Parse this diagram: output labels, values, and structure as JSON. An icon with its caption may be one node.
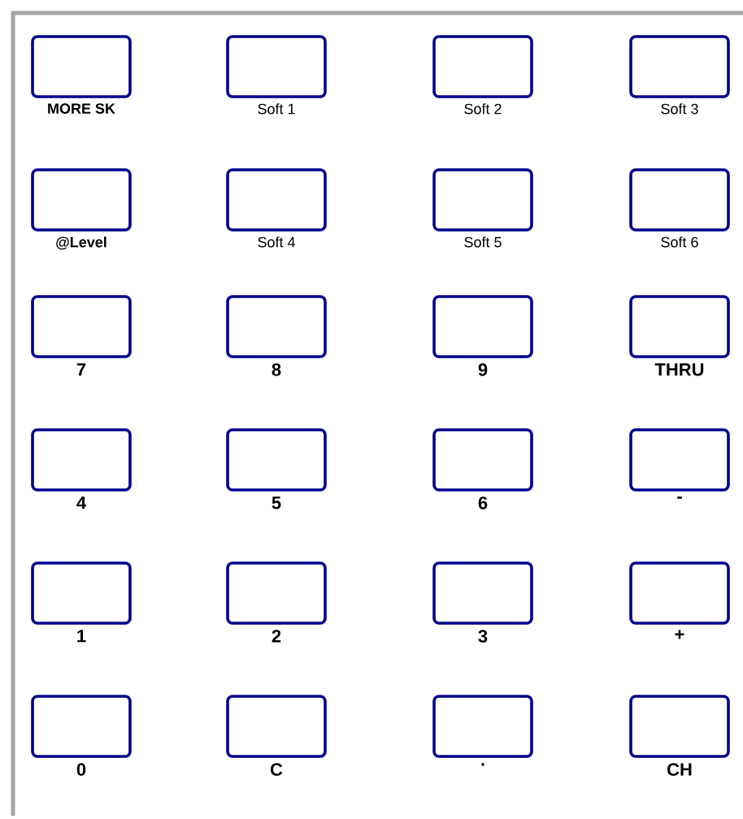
{
  "diagram": {
    "nodes": [
      {
        "text": [
          "MORE SK"
        ]
      },
      {
        "text": [
          "Soft 1"
        ]
      },
      {
        "text": [
          "Soft 2"
        ]
      },
      {
        "text": [
          "Soft 3"
        ]
      },
      {
        "text": [
          "@Level"
        ]
      },
      {
        "text": [
          "Soft 4"
        ]
      },
      {
        "text": [
          "Soft 5"
        ]
      },
      {
        "text": [
          "Soft 6"
        ]
      },
      {
        "text": [
          "7"
        ]
      },
      {
        "text": [
          "8"
        ]
      },
      {
        "text": [
          "9"
        ]
      },
      {
        "text": [
          "THRU"
        ]
      },
      {
        "text": [
          "4"
        ]
      },
      {
        "text": [
          "5"
        ]
      },
      {
        "text": [
          "6"
        ]
      },
      {
        "text": [
          "-"
        ]
      },
      {
        "text": [
          "1"
        ]
      },
      {
        "text": [
          "2"
        ]
      },
      {
        "text": [
          "3"
        ]
      },
      {
        "text": [
          "+"
        ]
      },
      {
        "text": [
          "0"
        ]
      },
      {
        "text": [
          "C"
        ]
      },
      {
        "text": [
          "."
        ]
      },
      {
        "text": [
          "CH"
        ]
      }
    ]
  }
}
